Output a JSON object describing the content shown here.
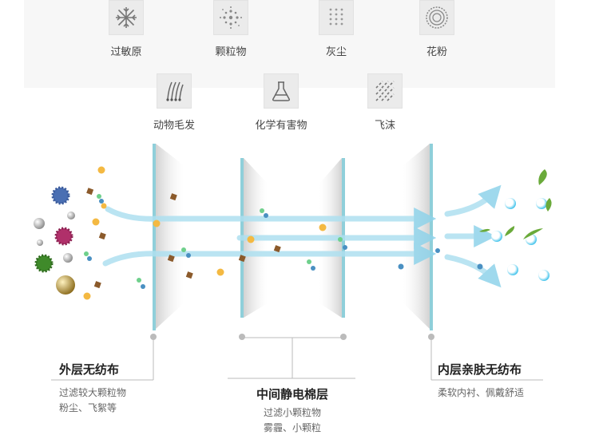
{
  "pollutants": {
    "row1": [
      {
        "label": "过敏原",
        "icon": "snowflake-icon"
      },
      {
        "label": "颗粒物",
        "icon": "particles-icon"
      },
      {
        "label": "灰尘",
        "icon": "dust-icon"
      },
      {
        "label": "花粉",
        "icon": "pollen-icon"
      }
    ],
    "row2": [
      {
        "label": "动物毛发",
        "icon": "hair-icon"
      },
      {
        "label": "化学有害物",
        "icon": "flask-icon"
      },
      {
        "label": "飞沫",
        "icon": "droplets-icon"
      }
    ]
  },
  "layers": {
    "outer": {
      "title": "外层无纺布",
      "desc1": "过滤较大颗粒物",
      "desc2": "粉尘、飞絮等"
    },
    "middle": {
      "title": "中间静电棉层",
      "desc1": "过滤小颗粒物",
      "desc2": "雾霾、小颗粒"
    },
    "inner": {
      "title": "内层亲肤无纺布",
      "desc1": "柔软内衬、佩戴舒适"
    }
  },
  "colors": {
    "arrow": "#7ec8e3",
    "filter": "#8fcfda",
    "dust": "#f4b942",
    "particle": "#8b5a2b",
    "clean": "#5ac8e6",
    "leaf": "#6aaa3a"
  }
}
